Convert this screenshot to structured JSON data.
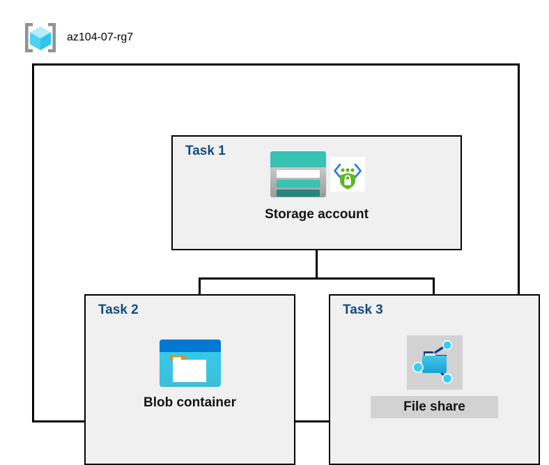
{
  "resource_group": {
    "name": "az104-07-rg7",
    "icon": "resource-group-cube-icon"
  },
  "tasks": [
    {
      "id": "task1",
      "label": "Task 1",
      "node": {
        "caption": "Storage account",
        "icons": [
          "storage-account-icon",
          "secure-endpoint-shield-icon"
        ],
        "highlighted": false
      }
    },
    {
      "id": "task2",
      "label": "Task 2",
      "node": {
        "caption": "Blob container",
        "icons": [
          "blob-container-icon"
        ],
        "highlighted": false
      }
    },
    {
      "id": "task3",
      "label": "Task 3",
      "node": {
        "caption": "File share",
        "icons": [
          "file-share-icon"
        ],
        "highlighted": true
      }
    }
  ],
  "colors": {
    "task_label": "#0f4c81",
    "panel_background": "#f0f0f0",
    "panel_border": "#000000",
    "canvas": "#ffffff",
    "highlight": "#d2d2d2",
    "storage_teal": "#37c2b1",
    "storage_teal_dark": "#2a8c80",
    "blob_blue": "#0078d4",
    "blob_cyan": "#32c8ea",
    "blob_tab_orange": "#f2870d",
    "fileshare_cyan": "#32c8ea",
    "fileshare_navy": "#10437e",
    "shield_green": "#5fb624",
    "cube_cyan": "#9fe8fb",
    "bracket_gray": "#8f9496"
  }
}
